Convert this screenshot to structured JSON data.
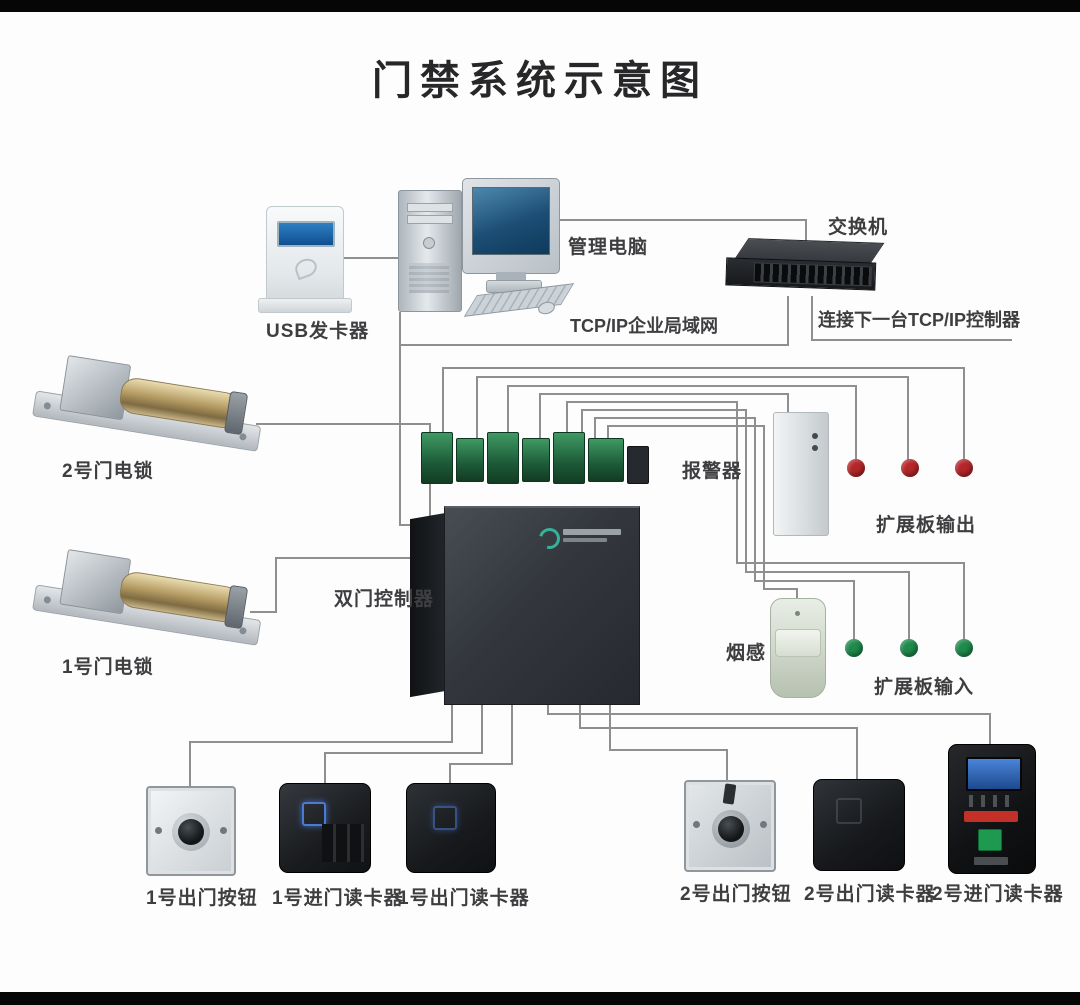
{
  "title": "门禁系统示意图",
  "colors": {
    "wire": "#8f8f8f",
    "output_indicator": "#b5262a",
    "input_indicator": "#1e8a4b",
    "reader_glow_blue": "#4a79d6",
    "terminal_block_green": "#2c7a4d"
  },
  "nodes": {
    "usb_issuer": {
      "label": "USB发卡器"
    },
    "management_pc": {
      "label": "管理电脑"
    },
    "network_switch": {
      "label": "交换机"
    },
    "lan_link": {
      "label": "TCP/IP企业局域网"
    },
    "next_controller_link": {
      "label": "连接下一台TCP/IP控制器"
    },
    "door2_lock": {
      "label": "2号门电锁"
    },
    "door1_lock": {
      "label": "1号门电锁"
    },
    "controller": {
      "label": "双门控制器"
    },
    "alarm": {
      "label": "报警器"
    },
    "expansion_output": {
      "label": "扩展板输出",
      "indicators": 3,
      "indicator_color": "#b5262a"
    },
    "smoke_sensor": {
      "label": "烟感"
    },
    "expansion_input": {
      "label": "扩展板输入",
      "indicators": 3,
      "indicator_color": "#1e8a4b"
    },
    "door1_exit_button": {
      "label": "1号出门按钮"
    },
    "door1_entry_reader": {
      "label": "1号进门读卡器"
    },
    "door1_exit_reader": {
      "label": "1号出门读卡器"
    },
    "door2_exit_button": {
      "label": "2号出门按钮"
    },
    "door2_exit_reader": {
      "label": "2号出门读卡器"
    },
    "door2_entry_reader": {
      "label": "2号进门读卡器"
    }
  }
}
